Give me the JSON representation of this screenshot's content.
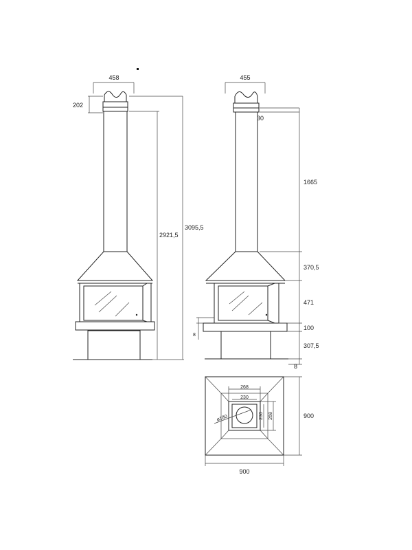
{
  "front_view": {
    "width_top": "458",
    "cap_height": "202",
    "height_to_flue": "2921,5",
    "total_height": "3095,5"
  },
  "side_view": {
    "width_top": "455",
    "top_gap": "30",
    "chimney_height": "1665",
    "hood_height": "370,5",
    "glass_height": "471",
    "base_plate": "100",
    "pedestal_height": "307,5",
    "floor_gap": "8",
    "side_small": "8"
  },
  "plan_view": {
    "width": "900",
    "depth": "900",
    "outer_square": "268",
    "inner_square": "230",
    "inner_square_v": "230",
    "outer_square_v": "268",
    "flue_diameter": "ø180"
  }
}
